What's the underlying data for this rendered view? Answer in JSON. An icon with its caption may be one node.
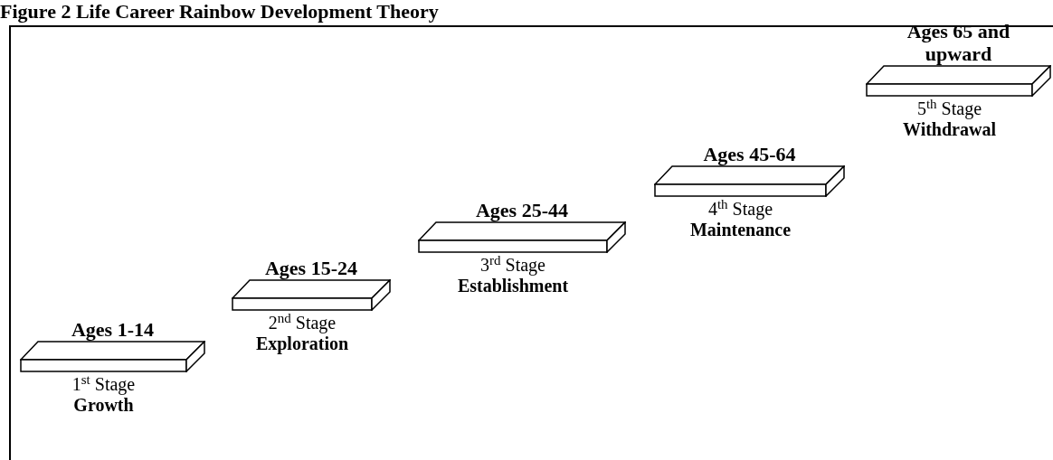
{
  "diagram": {
    "title": "Figure 2 Life Career Rainbow Development Theory",
    "nodes": [
      {
        "text": [
          "Ages 1-14",
          "1$^{st}$ Stage",
          "Growth"
        ]
      },
      {
        "text": [
          "Ages 15-24",
          "2$^{nd}$ Stage",
          "Exploration"
        ]
      },
      {
        "text": [
          "Ages 25-44",
          "3$^{rd}$ Stage",
          "Establishment"
        ]
      },
      {
        "text": [
          "Ages 45-64",
          "4$^{th}$ Stage",
          "Maintenance"
        ]
      },
      {
        "text": [
          "Ages 65 and upward",
          "5$^{th}$ Stage",
          "Withdrawal"
        ]
      }
    ]
  }
}
